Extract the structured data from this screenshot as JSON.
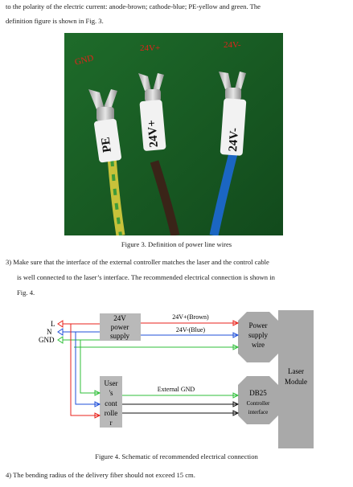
{
  "intro_text": {
    "line1": "to the polarity of the electric current: anode-brown; cathode-blue; PE-yellow and green. The",
    "line2": "definition figure is shown in Fig. 3."
  },
  "photo": {
    "tags": [
      "GND",
      "24V+",
      "24V-"
    ],
    "sleeves": [
      "PE",
      "24V+",
      "24V-"
    ]
  },
  "figure3_caption": "Figure 3. Definition of power line wires",
  "step3": {
    "line1": "3)  Make sure that the interface of the external controller matches the laser and the control cable",
    "line2": "is well connected to the laser’s interface. The recommended electrical connection is shown in",
    "line3": "Fig. 4."
  },
  "diagram": {
    "mains_labels": [
      "L",
      "N",
      "GND"
    ],
    "power_supply": [
      "24V",
      "power",
      "supply"
    ],
    "line_labels": [
      "24V+(Brown)",
      "24V-(Blue)",
      "External GND"
    ],
    "power_supply_wire": [
      "Power",
      "supply",
      "wire"
    ],
    "laser_module": [
      "Laser",
      "Module"
    ],
    "user_controller": [
      "User",
      "'s",
      "cont",
      "rolle",
      "r"
    ],
    "db25": [
      "DB25",
      "Controller",
      "interface"
    ],
    "colors": {
      "red": "#e8221b",
      "blue": "#1f4fd8",
      "green": "#2fbf3a",
      "box": "#b9b9b9",
      "laser": "#a9a9a9"
    }
  },
  "figure4_caption": "Figure 4. Schematic of recommended electrical connection",
  "step4": "4) The bending radius of the delivery fiber should not exceed 15 cm."
}
